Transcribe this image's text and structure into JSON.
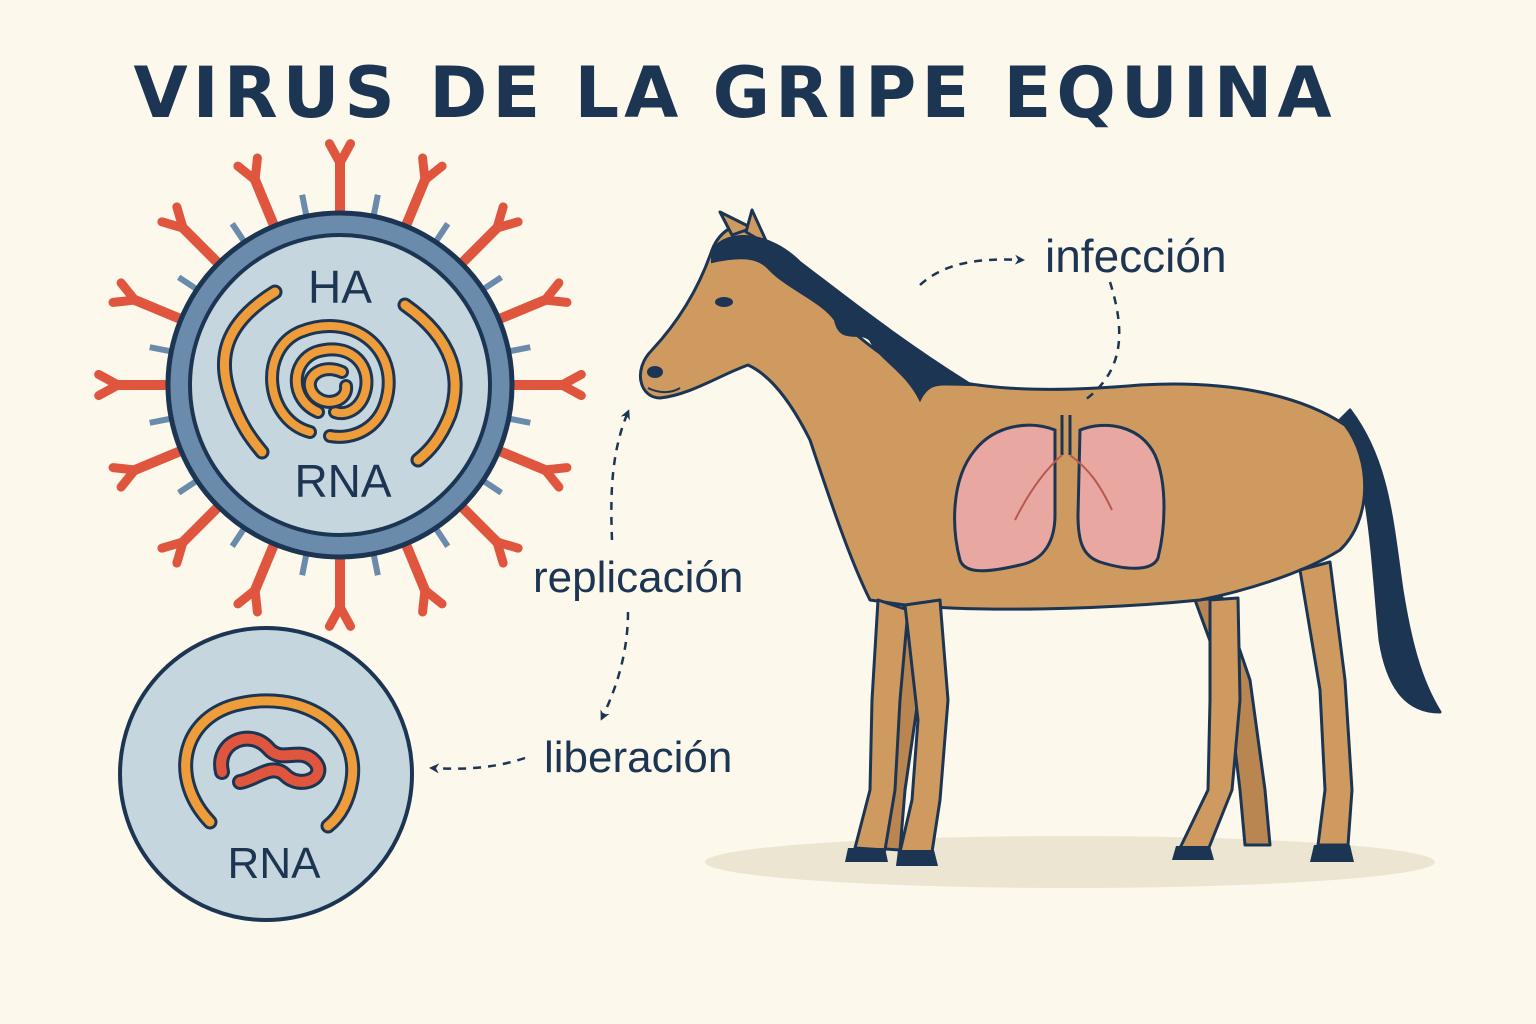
{
  "title": "VIRUS DE LA GRIPE EQUINA",
  "virion": {
    "label_top": "HA",
    "label_bottom": "RNA"
  },
  "released_virion": {
    "label": "RNA"
  },
  "steps": {
    "infection": "infección",
    "replication": "replicación",
    "release": "liberación"
  },
  "colors": {
    "background": "#fdf8ec",
    "navy": "#1c3552",
    "virus_fill": "#c6d6df",
    "envelope": "#6a8bac",
    "spikes": "#e0553d",
    "rna": "#ef9d3a",
    "horse_coat": "#cf9a5f",
    "lungs": "#e8a7a0"
  }
}
